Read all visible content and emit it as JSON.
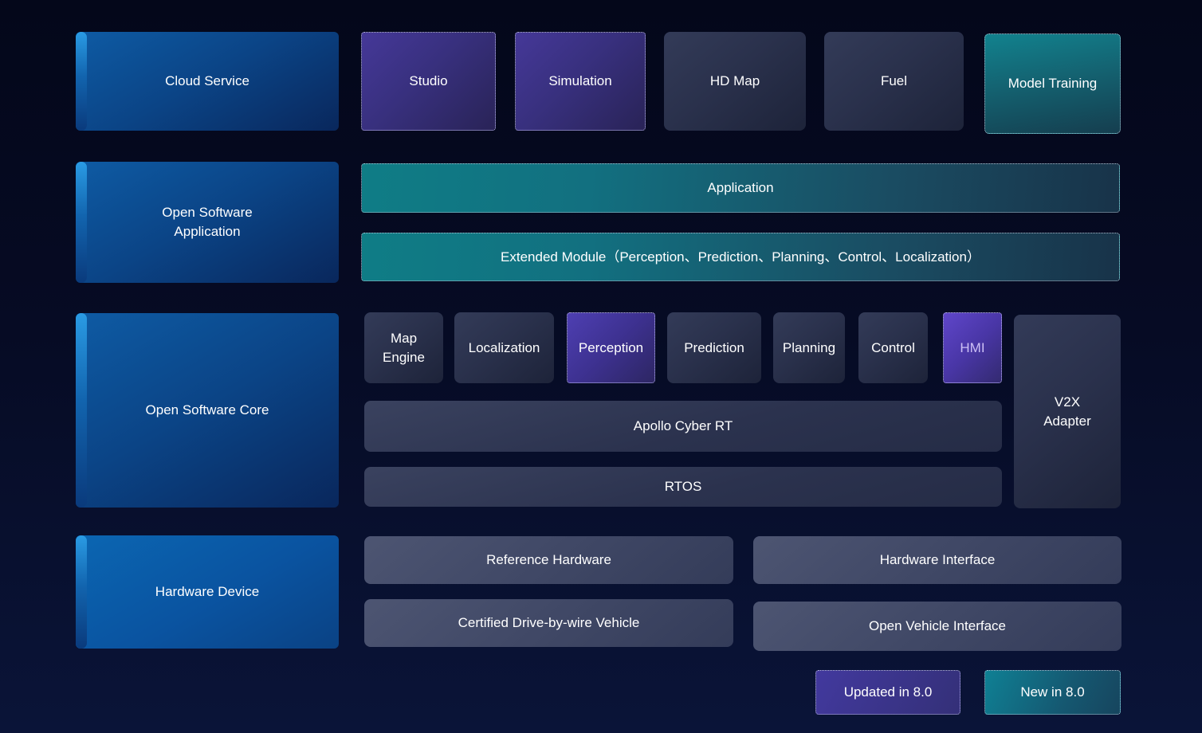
{
  "rows": [
    {
      "label": "Cloud Service",
      "items": [
        {
          "label": "Studio",
          "tag": "updated"
        },
        {
          "label": "Simulation",
          "tag": "updated"
        },
        {
          "label": "HD Map",
          "tag": "none"
        },
        {
          "label": "Fuel",
          "tag": "none"
        },
        {
          "label": "Model Training",
          "tag": "new"
        }
      ]
    },
    {
      "label": "Open Software Application",
      "items": [
        {
          "label": "Application",
          "tag": "new"
        },
        {
          "label": "Extended Module（Perception、Prediction、Planning、Control、Localization）",
          "tag": "new"
        }
      ]
    },
    {
      "label": "Open Software Core",
      "items": [
        {
          "label": "Map Engine",
          "tag": "none"
        },
        {
          "label": "Localization",
          "tag": "none"
        },
        {
          "label": "Perception",
          "tag": "updated"
        },
        {
          "label": "Prediction",
          "tag": "none"
        },
        {
          "label": "Planning",
          "tag": "none"
        },
        {
          "label": "Control",
          "tag": "none"
        },
        {
          "label": "HMI",
          "tag": "updated"
        },
        {
          "label": "V2X Adapter",
          "tag": "none"
        },
        {
          "label": "Apollo Cyber RT",
          "tag": "none"
        },
        {
          "label": "RTOS",
          "tag": "none"
        }
      ]
    },
    {
      "label": "Hardware Device",
      "items": [
        {
          "label": "Reference Hardware",
          "tag": "none"
        },
        {
          "label": "Hardware Interface",
          "tag": "none"
        },
        {
          "label": "Certified Drive-by-wire Vehicle",
          "tag": "none"
        },
        {
          "label": "Open Vehicle Interface",
          "tag": "none"
        }
      ]
    }
  ],
  "legend": [
    {
      "label": "Updated in 8.0",
      "tag": "updated"
    },
    {
      "label": "New in 8.0",
      "tag": "new"
    }
  ],
  "colors": {
    "background_top": "#04071a",
    "background_bottom": "#0a1438",
    "label_blue": "#0b4f98",
    "accent_blue": "#2a9be4",
    "slate": "#2b334e",
    "slate_light": "#424a67",
    "purple_updated": "#3f3493",
    "purple_hmi": "#5f46ca",
    "teal_new": "#117e88",
    "text": "#ffffff",
    "hmi_text": "#ccbff5"
  }
}
